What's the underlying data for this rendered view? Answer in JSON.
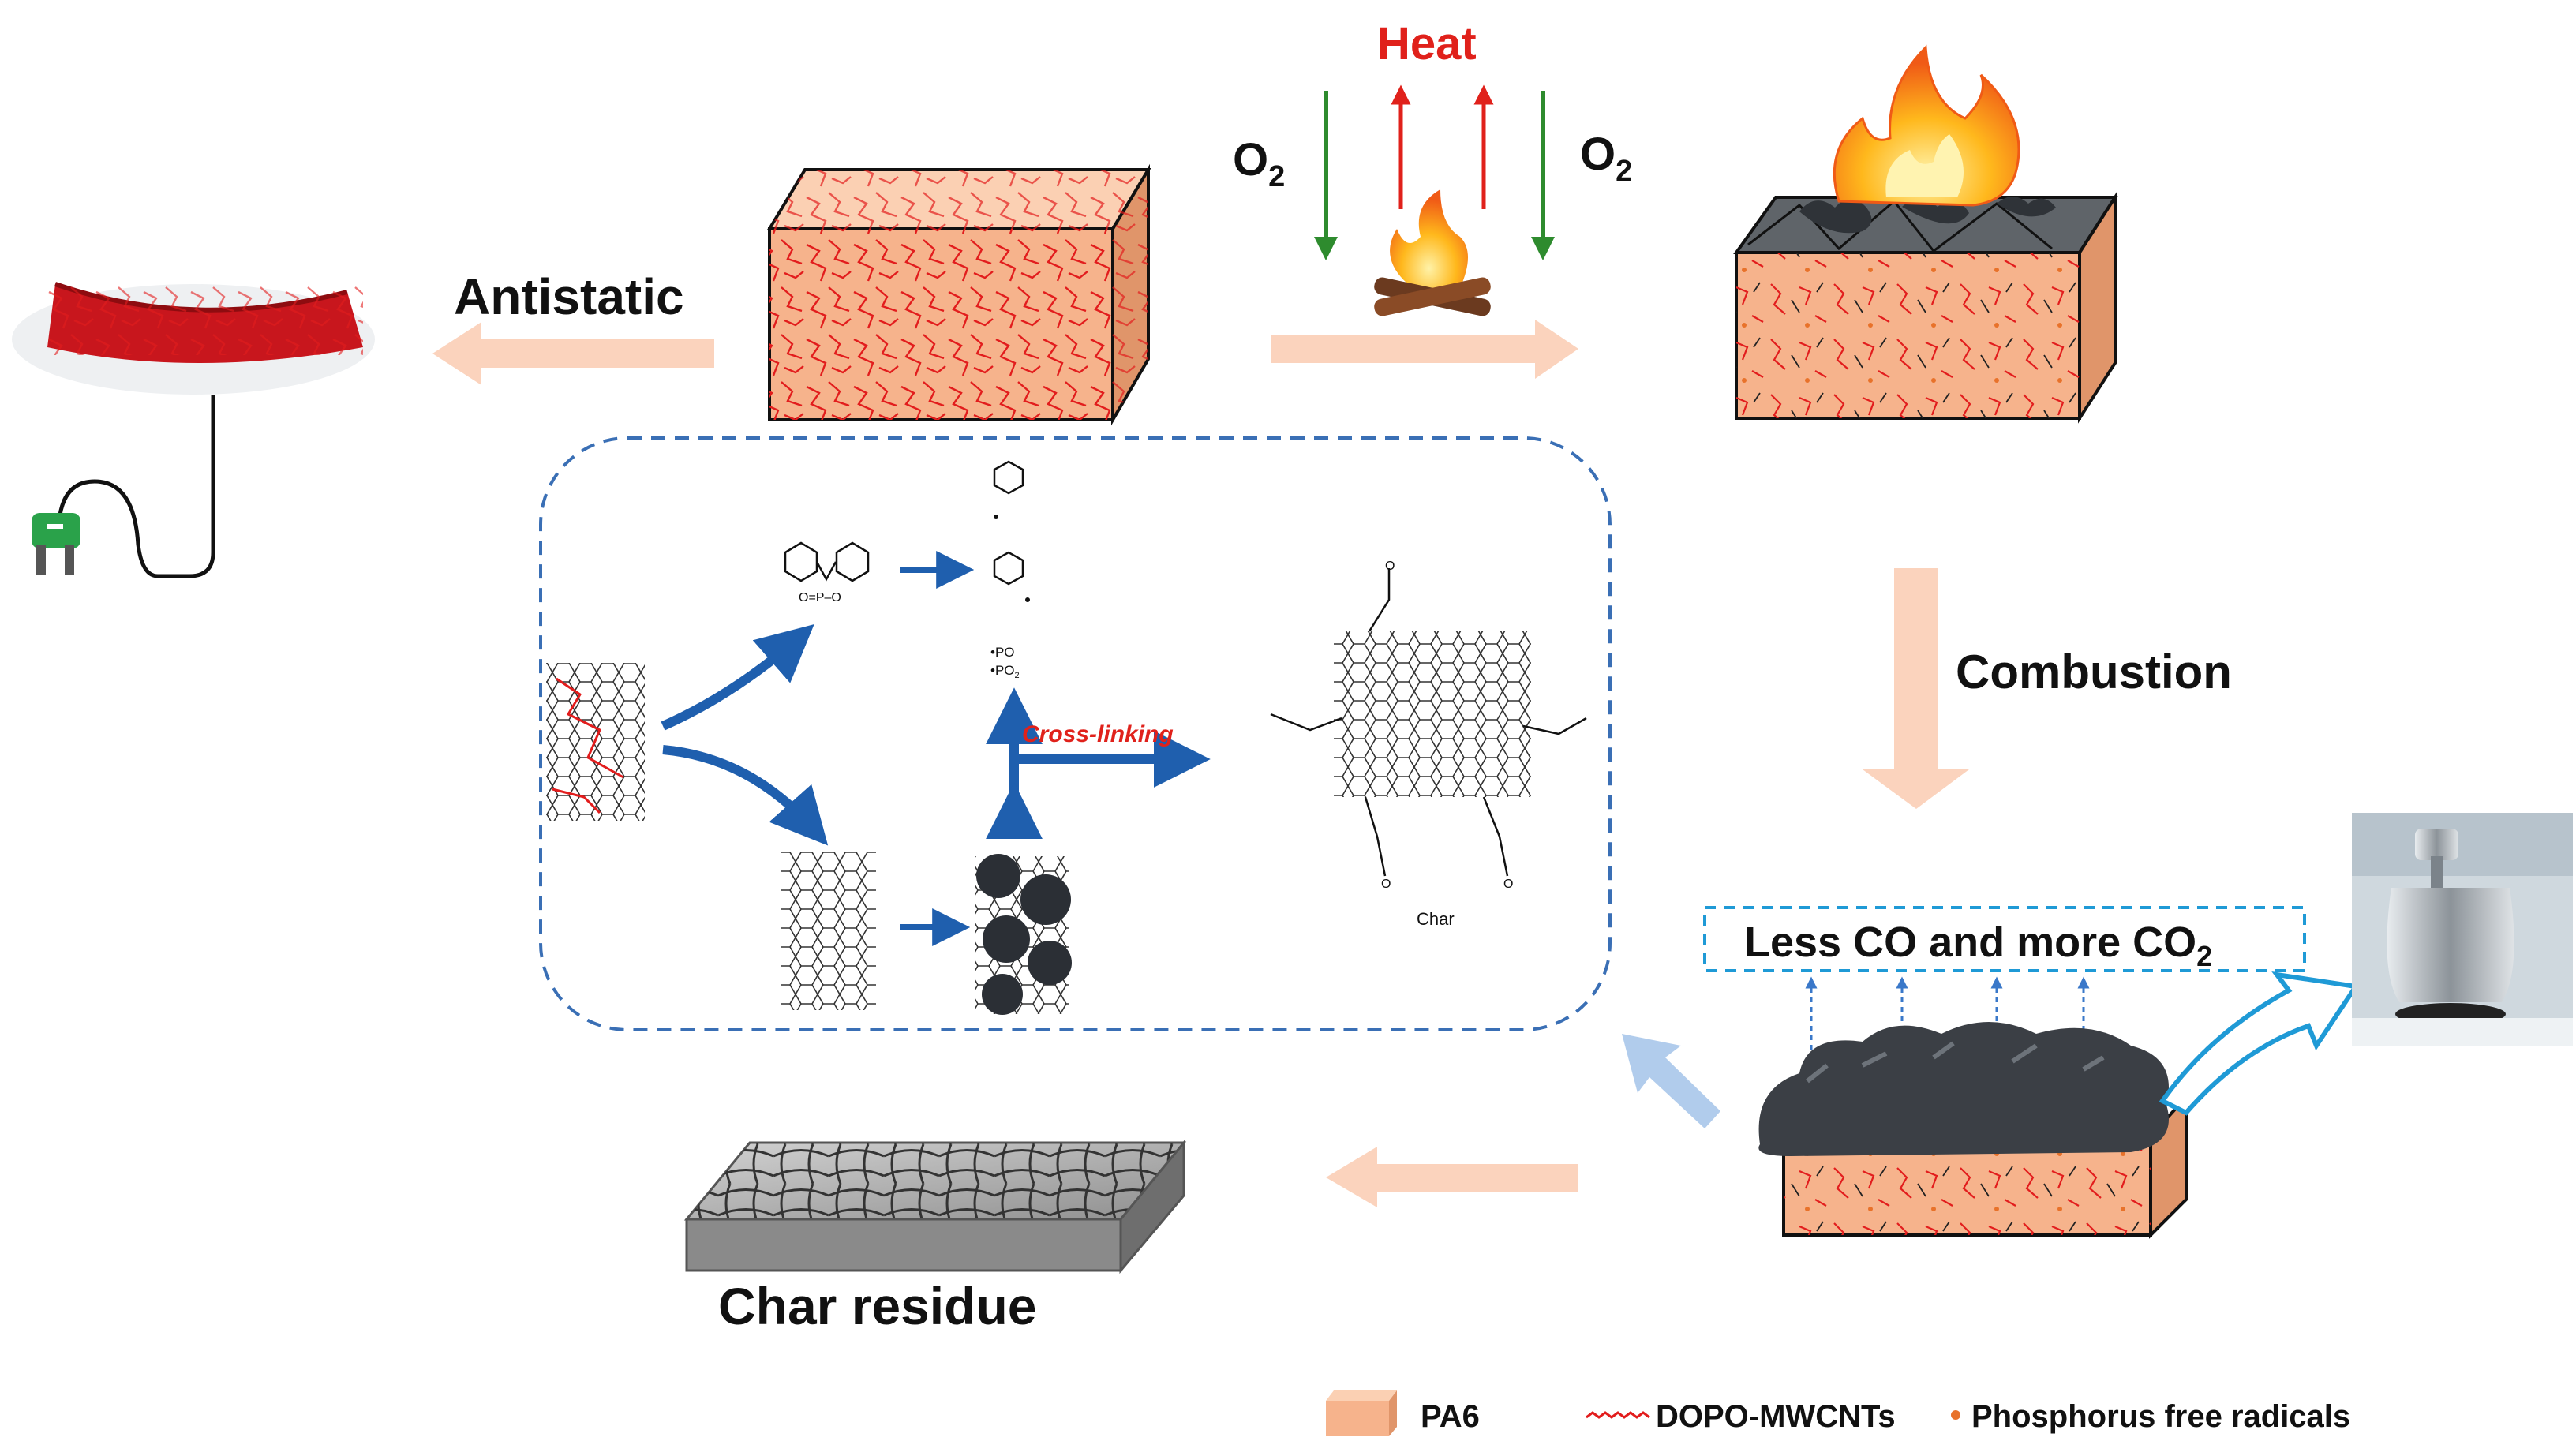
{
  "labels": {
    "antistatic": "Antistatic",
    "heat": "Heat",
    "o2_left": "O",
    "o2_right": "O",
    "o2_sub": "2",
    "combustion": "Combustion",
    "less_co": "Less CO and more CO",
    "co2_sub": "2",
    "char_residue": "Char residue",
    "cross_linking": "Cross-linking",
    "char": "Char",
    "radical_po": "•PO",
    "radical_po2": "•PO",
    "po2_sub": "2"
  },
  "legend": {
    "pa6": "PA6",
    "dopo": "DOPO-MWCNTs",
    "radicals": "Phosphorus free radicals"
  },
  "colors": {
    "pa6_orange": "#f6b38c",
    "pa6_top": "#fbd0b3",
    "cnt_red": "#e21d1d",
    "heat_red": "#e0211b",
    "o2_green": "#2e8b2e",
    "dashed_blue": "#3a6fb5",
    "flow_arrow": "#fbd3bd",
    "blue_arrow": "#1f5fae",
    "char_dark": "#3b3f45",
    "radical_dot": "#e8722a"
  },
  "icons": [
    "plug-icon",
    "campfire-icon",
    "flame-icon",
    "weight-icon"
  ]
}
